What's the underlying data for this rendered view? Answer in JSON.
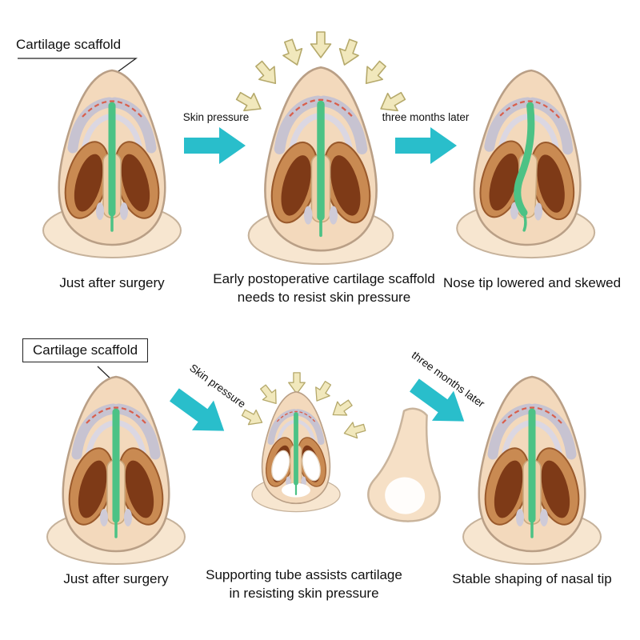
{
  "row1": {
    "scaffold_label": "Cartilage scaffold",
    "arrow1_label": "Skin pressure",
    "arrow2_label": "three months later",
    "caption1": "Just after surgery",
    "caption2_line1": "Early postoperative cartilage scaffold",
    "caption2_line2": "needs to resist skin pressure",
    "caption3": "Nose tip lowered and skewed"
  },
  "row2": {
    "scaffold_label": "Cartilage scaffold",
    "arrow1_label": "Skin pressure",
    "arrow2_label": "three months later",
    "caption1": "Just after surgery",
    "caption2_line1": "Supporting tube assists cartilage",
    "caption2_line2": "in resisting skin pressure",
    "caption3": "Stable shaping of nasal tip"
  },
  "colors": {
    "arrow_teal": "#29BECB",
    "press_arrow_fill": "#F1E8BC",
    "press_arrow_stroke": "#B5A96B",
    "skin": "#F3D9BC",
    "skin_outline": "#B99F86",
    "cartilage_gray": "#C7C3D1",
    "nostril_ring": "#C98A52",
    "nostril_dark": "#7E3A17",
    "scaffold_green": "#4CC285",
    "dashed_red": "#D95F4C",
    "text": "#111111"
  }
}
